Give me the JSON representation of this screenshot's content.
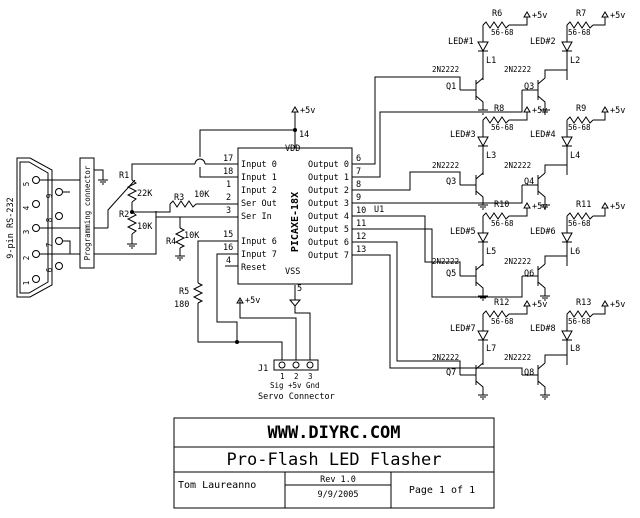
{
  "title_block": {
    "url": "WWW.DIYRC.COM",
    "project": "Pro-Flash LED Flasher",
    "author": "Tom Laureanno",
    "revision": "Rev 1.0",
    "date": "9/9/2005",
    "page": "Page 1 of 1"
  },
  "chip": {
    "name": "PICAXE-18X",
    "ref": "U1",
    "vdd": "VDD",
    "vss": "VSS",
    "left_pins": [
      {
        "num": "17",
        "label": "Input 0"
      },
      {
        "num": "18",
        "label": "Input 1"
      },
      {
        "num": "1",
        "label": "Input 2"
      },
      {
        "num": "2",
        "label": "Ser Out"
      },
      {
        "num": "3",
        "label": "Ser In"
      },
      {
        "num": "15",
        "label": "Input 6"
      },
      {
        "num": "16",
        "label": "Input 7"
      },
      {
        "num": "4",
        "label": "Reset"
      }
    ],
    "right_pins": [
      {
        "num": "6",
        "label": "Output 0"
      },
      {
        "num": "7",
        "label": "Output 1"
      },
      {
        "num": "8",
        "label": "Output 2"
      },
      {
        "num": "9",
        "label": "Output 3"
      },
      {
        "num": "10",
        "label": "Output 4"
      },
      {
        "num": "11",
        "label": "Output 5"
      },
      {
        "num": "12",
        "label": "Output 6"
      },
      {
        "num": "13",
        "label": "Output 7"
      }
    ],
    "pin14": "14",
    "pin5": "5"
  },
  "power_label": "+5v",
  "connector": {
    "name": "9-pin RS-232",
    "prog": "Programming connector",
    "pins": [
      "5",
      "9",
      "4",
      "8",
      "3",
      "7",
      "2",
      "6",
      "1"
    ]
  },
  "resistors": {
    "r1": {
      "ref": "R1",
      "value": "22K"
    },
    "r2": {
      "ref": "R2",
      "value": "10K"
    },
    "r3": {
      "ref": "R3",
      "value": "10K"
    },
    "r4": {
      "ref": "R4",
      "value": "10K"
    },
    "r5": {
      "ref": "R5",
      "value": "180"
    }
  },
  "servo": {
    "ref": "J1",
    "pins": [
      "1",
      "2",
      "3"
    ],
    "pin_names": [
      "Sig",
      "+5v",
      "Gnd"
    ],
    "title": "Servo Connector"
  },
  "led_stages": [
    {
      "r": "R6",
      "val": "56-68",
      "led": "LED#1",
      "l": "L1",
      "q": "Q1",
      "t": "2N2222"
    },
    {
      "r": "R7",
      "val": "56-68",
      "led": "LED#2",
      "l": "L2",
      "q": "Q3",
      "t": "2N2222"
    },
    {
      "r": "R8",
      "val": "56-68",
      "led": "LED#3",
      "l": "L3",
      "q": "Q3",
      "t": "2N2222"
    },
    {
      "r": "R9",
      "val": "56-68",
      "led": "LED#4",
      "l": "L4",
      "q": "Q4",
      "t": "2N2222"
    },
    {
      "r": "R10",
      "val": "56-68",
      "led": "LED#5",
      "l": "L5",
      "q": "Q5",
      "t": "2N2222"
    },
    {
      "r": "R11",
      "val": "56-68",
      "led": "LED#6",
      "l": "L6",
      "q": "Q6",
      "t": "2N2222"
    },
    {
      "r": "R12",
      "val": "56-68",
      "led": "LED#7",
      "l": "L7",
      "q": "Q7",
      "t": "2N2222"
    },
    {
      "r": "R13",
      "val": "56-68",
      "led": "LED#8",
      "l": "L8",
      "q": "Q8",
      "t": "2N2222"
    }
  ]
}
